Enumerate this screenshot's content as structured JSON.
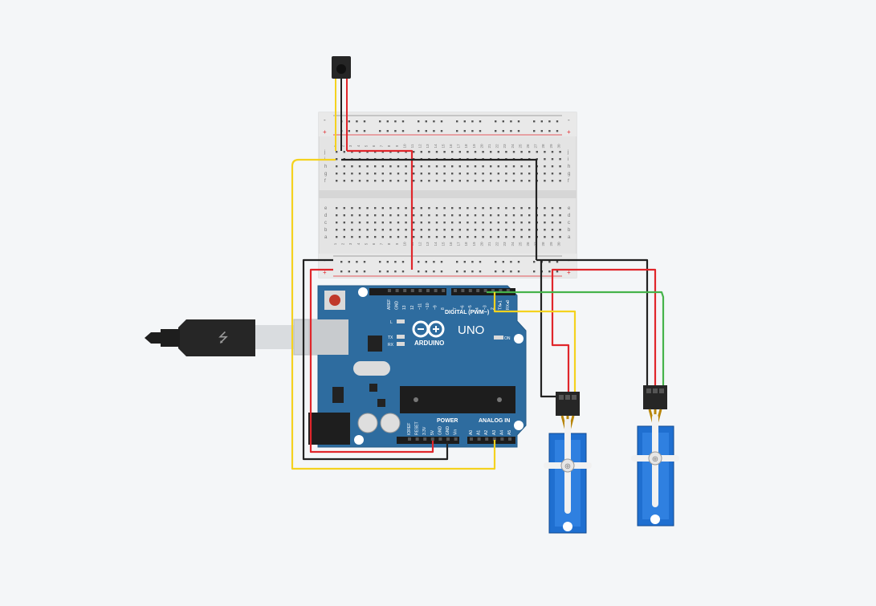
{
  "colors": {
    "canvas": "#f4f6f8",
    "board": "#2c6aa0",
    "board_dark": "#1f4f7a",
    "breadboard": "#e6e6e6",
    "wire_red": "#e0262b",
    "wire_black": "#222222",
    "wire_yellow": "#f4d21f",
    "wire_green": "#46b34b",
    "servo": "#1f6fd0"
  },
  "arduino": {
    "logo_text": "ARDUINO",
    "model": "UNO",
    "digital_header": "DIGITAL (PWM~)",
    "power_header": "POWER",
    "analog_header": "ANALOG IN",
    "on_label": "ON",
    "led_l": "L",
    "led_tx": "TX",
    "led_rx": "RX",
    "digital_pins": [
      "AREF",
      "GND",
      "13",
      "12",
      "~11",
      "~10",
      "~9",
      "8",
      "7",
      "~6",
      "~5",
      "4",
      "~3",
      "2",
      "TX▸1",
      "RX◂0"
    ],
    "power_pins": [
      "IOREF",
      "RESET",
      "3.3V",
      "5V",
      "GND",
      "GND",
      "Vin"
    ],
    "analog_pins": [
      "A0",
      "A1",
      "A2",
      "A3",
      "A4",
      "A5"
    ]
  },
  "breadboard": {
    "rail_plus": "+",
    "rail_minus": "-",
    "row_letters_top": [
      "j",
      "i",
      "h",
      "g",
      "f"
    ],
    "row_letters_bottom": [
      "e",
      "d",
      "c",
      "b",
      "a"
    ],
    "column_numbers": [
      "1",
      "2",
      "3",
      "4",
      "5",
      "6",
      "7",
      "8",
      "9",
      "10",
      "11",
      "12",
      "13",
      "14",
      "15",
      "16",
      "17",
      "18",
      "19",
      "20",
      "21",
      "22",
      "23",
      "24",
      "25",
      "26",
      "27",
      "28",
      "29",
      "30"
    ]
  },
  "components": {
    "ir_sensor": "ir-receiver",
    "usb": "usb-b-cable",
    "servo_count": 2
  }
}
